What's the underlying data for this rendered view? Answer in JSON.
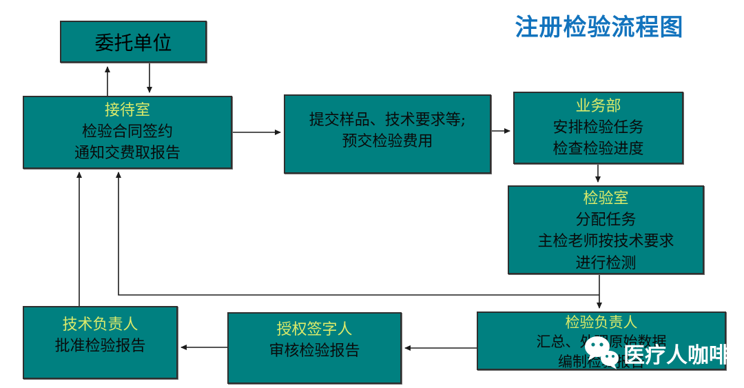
{
  "title": "注册检验流程图",
  "watermark": {
    "text": "医疗人咖啡",
    "icon": "wechat-bubbles-icon"
  },
  "colors": {
    "box_fill": "#008080",
    "box_border": "#2f2f2f",
    "title_blue": "#1273bd",
    "heading_yellow": "#dcea6a",
    "body_text": "#000000",
    "connector": "#1c1c1c",
    "watermark_white": "#ffffff"
  },
  "nodes": {
    "client": {
      "lines": [
        "委托单位"
      ]
    },
    "reception": {
      "title": "接待室",
      "lines": [
        "检验合同签约",
        "通知交费取报告"
      ]
    },
    "submit": {
      "lines": [
        "提交样品、技术要求等;",
        "预交检验费用"
      ]
    },
    "business": {
      "title": "业务部",
      "lines": [
        "安排检验任务",
        "检查检验进度"
      ]
    },
    "lab": {
      "title": "检验室",
      "lines": [
        "分配任务",
        "主检老师按技术要求",
        "进行检测"
      ]
    },
    "inspection_leader": {
      "title": "检验负责人",
      "lines": [
        "汇总、处理原始数据",
        "编制检验报告"
      ]
    },
    "signatory": {
      "title": "授权签字人",
      "lines": [
        "审核检验报告"
      ]
    },
    "tech_leader": {
      "title": "技术负责人",
      "lines": [
        "批准检验报告"
      ]
    }
  },
  "flow": {
    "edges": [
      "接待室 -> 委托单位",
      "委托单位 -> 接待室",
      "接待室 -> 提交样品、技术要求等;预交检验费用",
      "提交样品、技术要求等;预交检验费用 -> 业务部",
      "业务部 -> 检验室",
      "检验室 -> 检验负责人",
      "检验室/检验负责人连线 -> 接待室",
      "检验负责人 -> 授权签字人",
      "授权签字人 -> 技术负责人",
      "技术负责人 -> 接待室"
    ]
  }
}
